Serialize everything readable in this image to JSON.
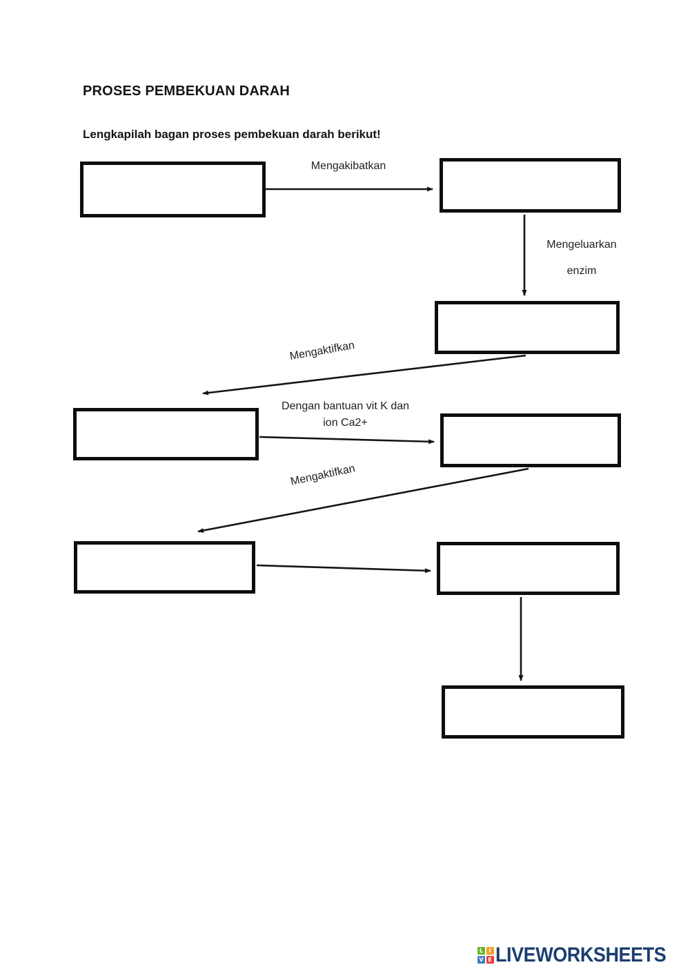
{
  "page": {
    "title": "PROSES PEMBEKUAN DARAH",
    "instruction": "Lengkapilah bagan proses pembekuan darah berikut!"
  },
  "diagram": {
    "arrow_labels": {
      "mengakibatkan": "Mengakibatkan",
      "mengeluarkan_line1": "Mengeluarkan",
      "mengeluarkan_line2": "enzim",
      "mengaktifkan_1": "Mengaktifkan",
      "dengan_bantuan_line1": "Dengan bantuan vit K dan",
      "dengan_bantuan_line2": "ion Ca2+",
      "mengaktifkan_2": "Mengaktifkan"
    },
    "answer_boxes": [
      {
        "id": "box-1",
        "value": ""
      },
      {
        "id": "box-2",
        "value": ""
      },
      {
        "id": "box-3",
        "value": ""
      },
      {
        "id": "box-4",
        "value": ""
      },
      {
        "id": "box-5",
        "value": ""
      },
      {
        "id": "box-6",
        "value": ""
      },
      {
        "id": "box-7",
        "value": ""
      },
      {
        "id": "box-8",
        "value": ""
      }
    ]
  },
  "footer": {
    "brand": "LIVEWORKSHEETS",
    "logo_letters": [
      "L",
      "I",
      "V",
      "E"
    ],
    "logo_colors": {
      "l": "#6ab42d",
      "i": "#f5a01e",
      "v": "#3d7ec2",
      "e": "#e94038"
    },
    "brand_color": "#1b3e6f"
  },
  "colors": {
    "line": "#141414",
    "box_border": "#0d0d0d",
    "text": "#1f1f1f"
  }
}
